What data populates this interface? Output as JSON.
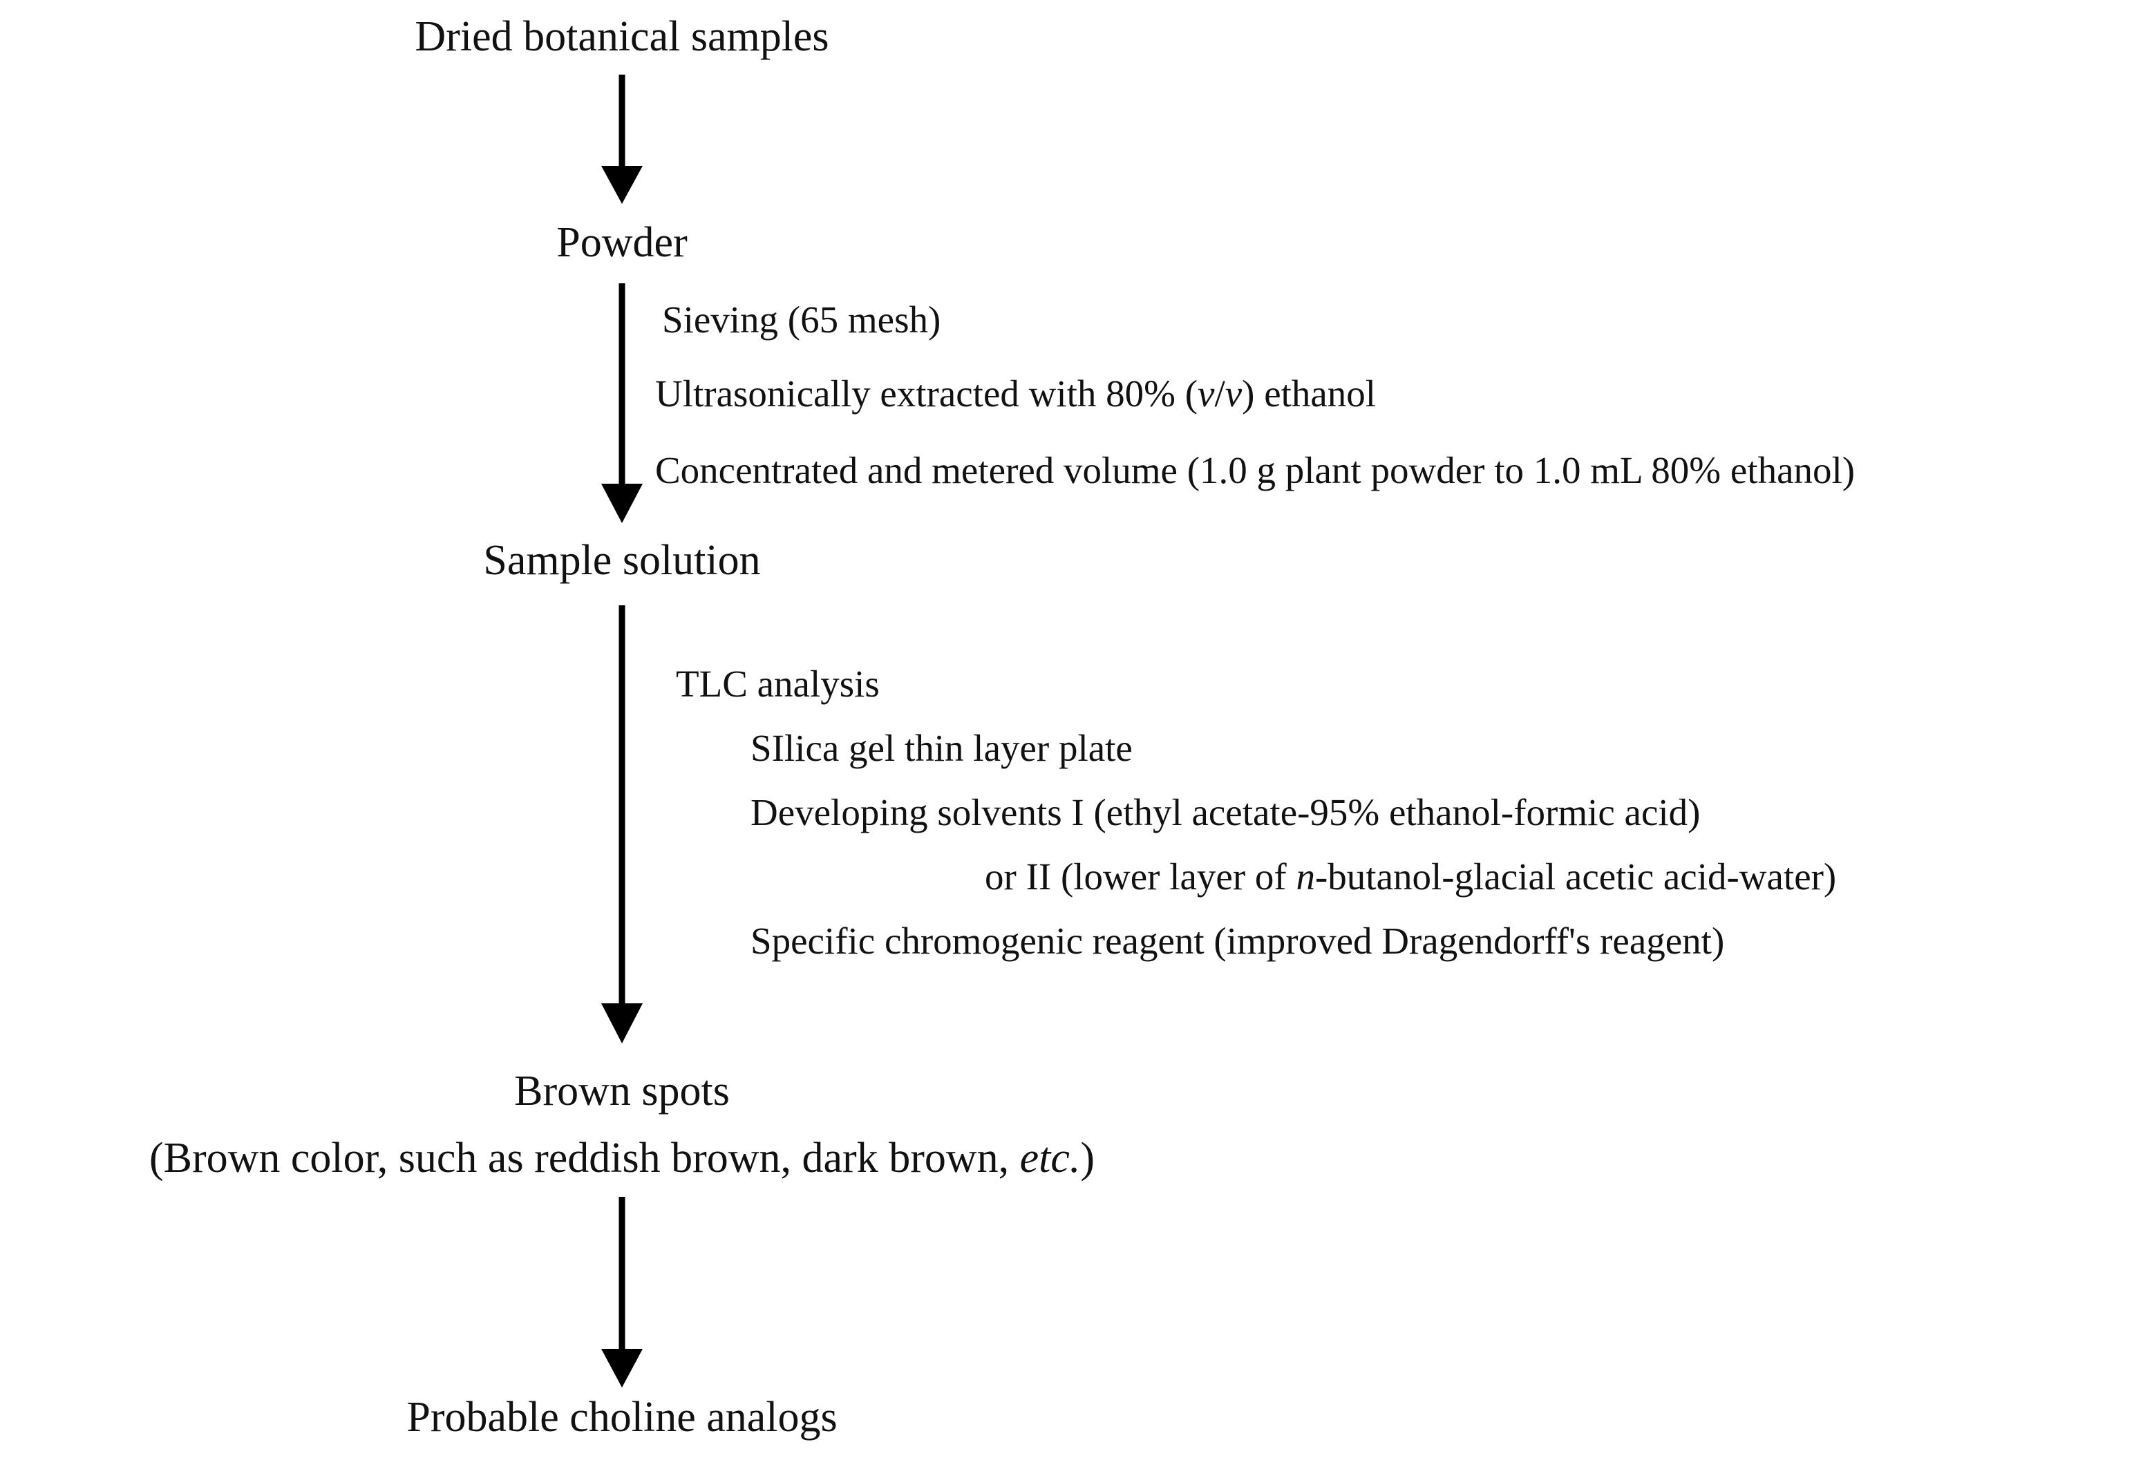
{
  "flow": {
    "nodes": {
      "dried": "Dried botanical samples",
      "powder": "Powder",
      "solution": "Sample solution",
      "brown": "Brown spots",
      "brown_note_pre": "(Brown color, such as reddish brown, dark brown, ",
      "brown_note_etc": "etc.",
      "brown_note_post": ")",
      "choline": "Probable choline analogs"
    },
    "steps_powder_to_solution": {
      "sieving": "Sieving (65 mesh)",
      "extract_pre": "Ultrasonically extracted with 80% (",
      "extract_v1": "v",
      "extract_slash": "/",
      "extract_v2": "v",
      "extract_post": ") ethanol",
      "concentrate": "Concentrated and metered volume (1.0 g plant powder to 1.0 mL 80% ethanol)"
    },
    "steps_solution_to_spots": {
      "tlc": "TLC analysis",
      "silica": "SIlica gel thin layer plate",
      "solvents_1": "Developing solvents I (ethyl acetate-95% ethanol-formic acid)",
      "solvents_2_pre": "or II (lower layer of ",
      "solvents_2_n": "n",
      "solvents_2_post": "-butanol-glacial acetic acid-water)",
      "reagent": "Specific chromogenic reagent (improved Dragendorff's reagent)"
    }
  },
  "colors": {
    "text": "#111111",
    "arrow": "#000000",
    "background": "#ffffff"
  }
}
